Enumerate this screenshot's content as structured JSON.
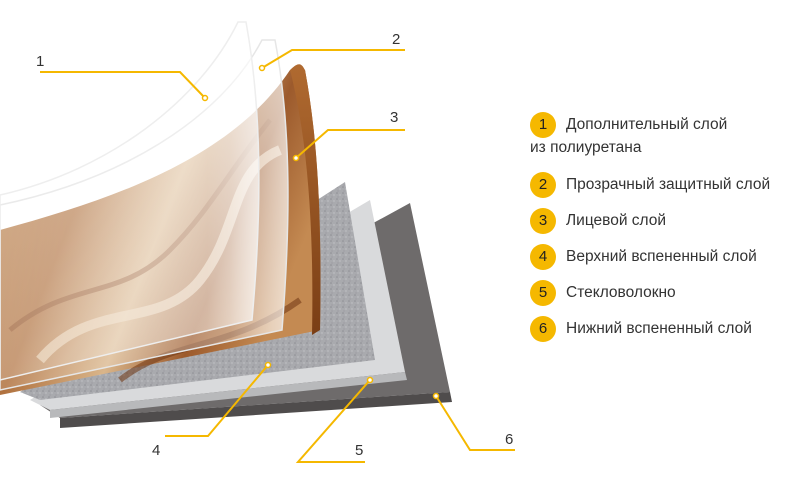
{
  "callouts": [
    "1",
    "2",
    "3",
    "4",
    "5",
    "6"
  ],
  "legend": [
    {
      "num": "1",
      "line1": "Дополнительный слой",
      "line2": "из полиуретана"
    },
    {
      "num": "2",
      "line1": "Прозрачный защитный слой",
      "line2": ""
    },
    {
      "num": "3",
      "line1": "Лицевой слой",
      "line2": ""
    },
    {
      "num": "4",
      "line1": "Верхний вспененный слой",
      "line2": ""
    },
    {
      "num": "5",
      "line1": "Стекловолокно",
      "line2": ""
    },
    {
      "num": "6",
      "line1": "Нижний вспененный слой",
      "line2": ""
    }
  ],
  "colors": {
    "accent": "#f5b800",
    "leader": "#f5b800",
    "text": "#333333"
  }
}
